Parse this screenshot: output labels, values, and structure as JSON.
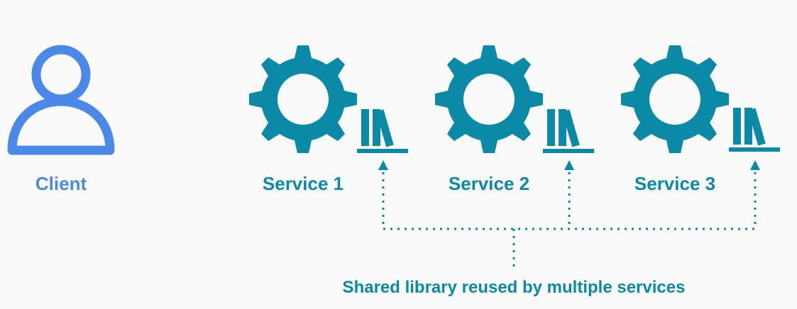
{
  "client": {
    "label": "Client",
    "icon": "person-icon",
    "color": "#4a89e8"
  },
  "services": [
    {
      "label": "Service 1",
      "icon": "gear-icon",
      "library_icon": "books-icon"
    },
    {
      "label": "Service 2",
      "icon": "gear-icon",
      "library_icon": "books-icon"
    },
    {
      "label": "Service 3",
      "icon": "gear-icon",
      "library_icon": "books-icon"
    }
  ],
  "caption": "Shared library reused by multiple services",
  "colors": {
    "accent": "#0a8aa6",
    "client": "#4a89e8",
    "background": "#fafafa"
  }
}
